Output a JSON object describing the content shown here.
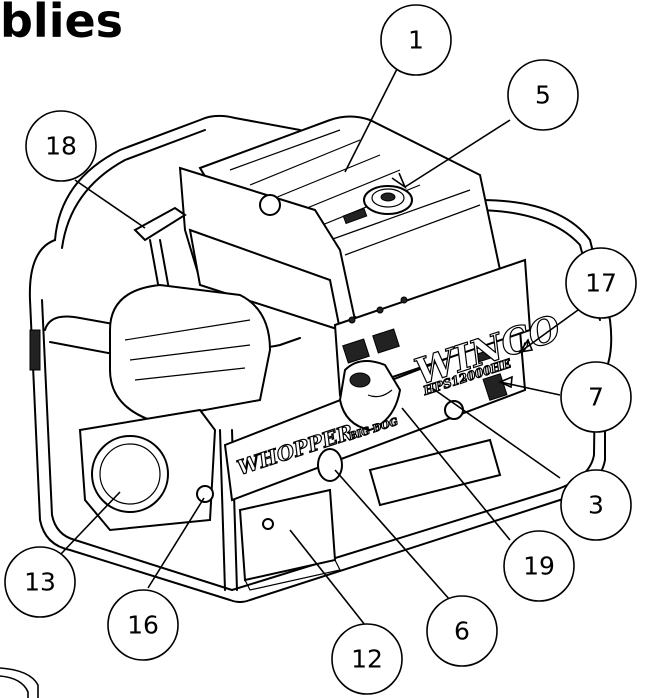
{
  "heading": "blies",
  "logos": {
    "brand": "WINCO",
    "model": "HPS12000HE",
    "series": "WHOPPER",
    "mascot_text": "BIG DOG"
  },
  "callouts": [
    {
      "id": "1",
      "label": "1"
    },
    {
      "id": "5",
      "label": "5"
    },
    {
      "id": "18",
      "label": "18"
    },
    {
      "id": "17",
      "label": "17"
    },
    {
      "id": "7",
      "label": "7"
    },
    {
      "id": "3",
      "label": "3"
    },
    {
      "id": "19",
      "label": "19"
    },
    {
      "id": "6",
      "label": "6"
    },
    {
      "id": "12",
      "label": "12"
    },
    {
      "id": "16",
      "label": "16"
    },
    {
      "id": "13",
      "label": "13"
    }
  ]
}
